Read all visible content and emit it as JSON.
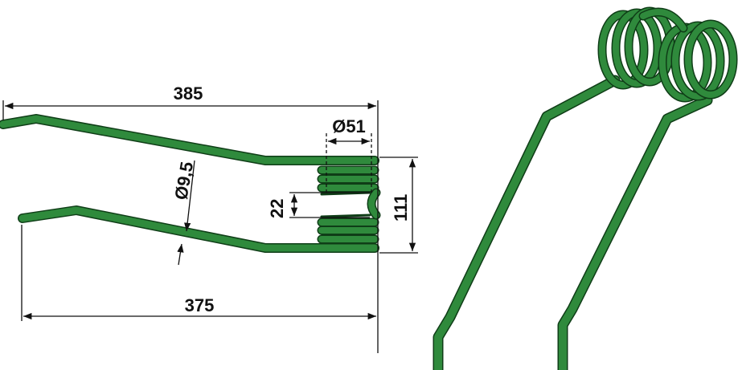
{
  "colors": {
    "spring": "#2f8a3c",
    "outline": "#0f3d17",
    "dimension": "#111111"
  },
  "dimensions": {
    "overall_length_top": "385",
    "coil_diameter": "Ø51",
    "wire_diameter": "Ø9,5",
    "coil_gap": "22",
    "coil_height": "111",
    "overall_length_bottom": "375"
  }
}
